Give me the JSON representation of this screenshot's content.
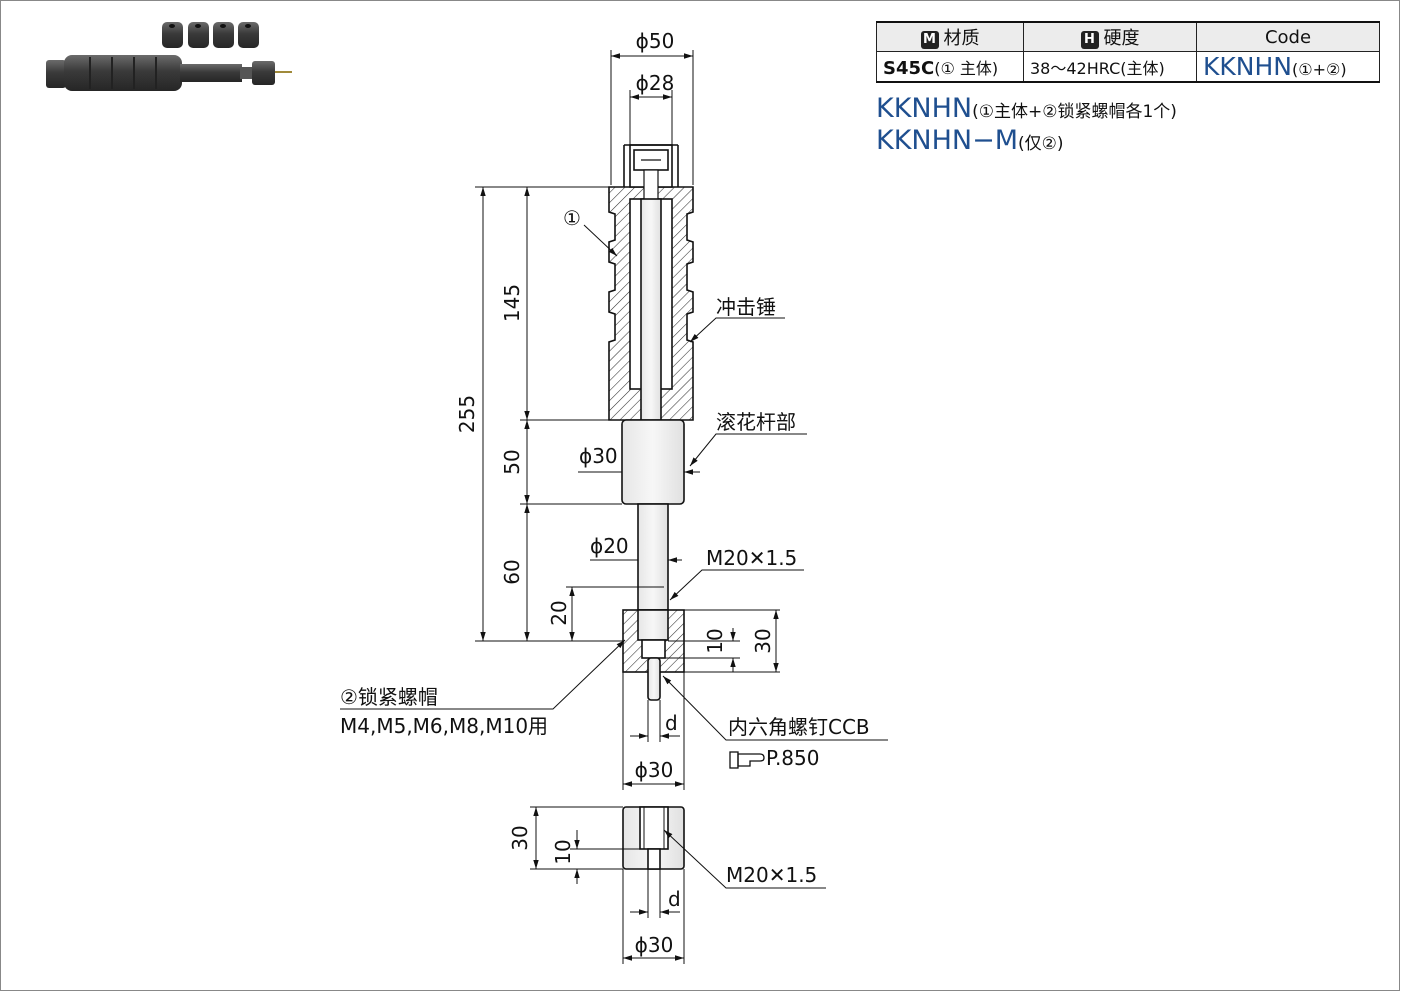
{
  "spec_table": {
    "headers": [
      {
        "symbol": "M",
        "label": "材质"
      },
      {
        "symbol": "H",
        "label": "硬度"
      },
      {
        "symbol": "",
        "label": "Code"
      }
    ],
    "row": {
      "material": "S45C",
      "material_note": "(① 主体)",
      "hardness": "38～42HRC(主体)",
      "code": "KKNHN",
      "code_note": "(①+②)"
    }
  },
  "code_lines": [
    {
      "code": "KKNHN",
      "note": "(①主体+②锁紧螺帽各1个)"
    },
    {
      "code": "KKNHN−M",
      "note": "(仅②)"
    }
  ],
  "drawing": {
    "dim_top_outer": "ϕ50",
    "dim_top_inner": "ϕ28",
    "part1_marker": "①",
    "label_hammer": "冲击锤",
    "label_knurl": "滚花杆部",
    "dim_255": "255",
    "dim_145": "145",
    "dim_50": "50",
    "dim_60": "60",
    "dim_20": "20",
    "dim_knurl_dia": "ϕ30",
    "dim_shaft_dia": "ϕ20",
    "thread_shaft": "M20✕1.5",
    "dim_10": "10",
    "dim_30": "30",
    "lock_nut_label": "②锁紧螺帽",
    "lock_nut_sizes": "M4,M5,M6,M8,M10用",
    "label_d": "d",
    "screw_label": "内六角螺钉CCB",
    "ref_icon": "hand-pointer-icon",
    "ref_page": "P.850",
    "dim_nut_dia": "ϕ30",
    "det_dim_30": "30",
    "det_dim_10": "10",
    "det_thread": "M20✕1.5",
    "det_d": "d",
    "det_dia": "ϕ30"
  }
}
